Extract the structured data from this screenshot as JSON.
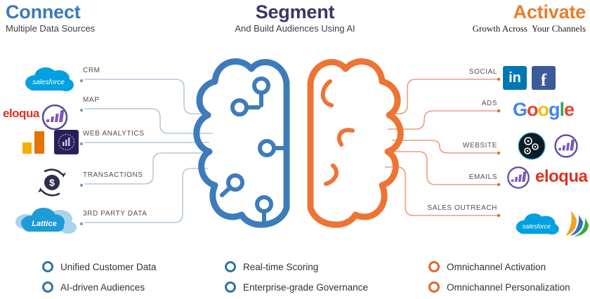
{
  "headers": {
    "connect": {
      "title": "Connect",
      "subtitle": "Multiple Data Sources"
    },
    "segment": {
      "title": "Segment",
      "subtitle": "And Build Audiences Using AI"
    },
    "activate": {
      "title": "Activate",
      "subtitle": "Growth Across  Your Channels"
    }
  },
  "left_sources": [
    {
      "label": "CRM"
    },
    {
      "label": "MAP"
    },
    {
      "label": "WEB ANALYTICS"
    },
    {
      "label": "TRANSACTIONS"
    },
    {
      "label": "3RD PARTY DATA"
    }
  ],
  "right_channels": [
    {
      "label": "SOCIAL"
    },
    {
      "label": "ADS"
    },
    {
      "label": "WEBSITE"
    },
    {
      "label": "EMAILS"
    },
    {
      "label": "SALES OUTREACH"
    }
  ],
  "features": [
    {
      "text": "Unified Customer Data",
      "color": "blue"
    },
    {
      "text": "AI-driven Audiences",
      "color": "blue"
    },
    {
      "text": "Real-time Scoring",
      "color": "blue"
    },
    {
      "text": "Enterprise-grade Governance",
      "color": "blue"
    },
    {
      "text": "Omnichannel Activation",
      "color": "orange"
    },
    {
      "text": "Omnichannel Personalization",
      "color": "orange"
    }
  ],
  "logos": {
    "salesforce": "salesforce",
    "eloqua": "eloqua",
    "lattice": "Lattice",
    "linkedin": "in",
    "facebook": "f",
    "transactions_symbol": "$",
    "google": [
      "G",
      "o",
      "o",
      "g",
      "l",
      "e"
    ]
  },
  "colors": {
    "connect_blue": "#3a7ab8",
    "segment_navy": "#3b3664",
    "activate_orange": "#e87d2a",
    "brain_blue": "#3d7cba",
    "brain_orange": "#ee7434",
    "line_blue": "#a6bed2",
    "line_orange": "#ea8a60",
    "bullet_blue": "#2f74a8",
    "bullet_orange": "#e0662f"
  }
}
